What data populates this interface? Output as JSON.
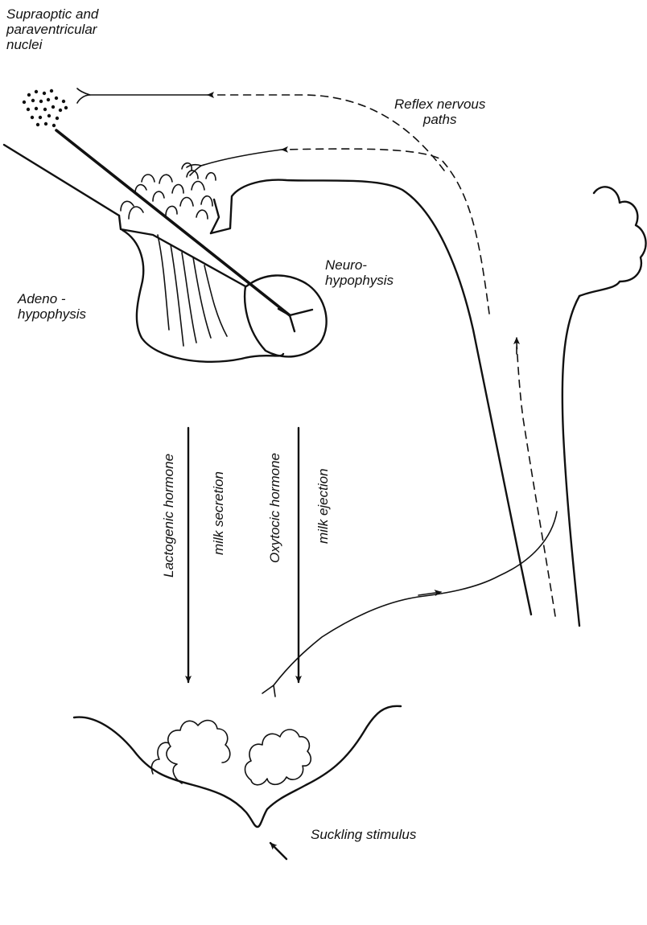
{
  "labels": {
    "nuclei": [
      "Supraoptic and",
      "paraventricular",
      "nuclei"
    ],
    "reflex": [
      "Reflex nervous",
      "paths"
    ],
    "neuro": [
      "Neuro-",
      "hypophysis"
    ],
    "adeno": [
      "Adeno -",
      "hypophysis"
    ],
    "lactogenic_hormone": "Lactogenic hormone",
    "milk_secretion": "milk secretion",
    "oxytocic_hormone": "Oxytocic hormone",
    "milk_ejection": "milk ejection",
    "suckling": "Suckling stimulus"
  },
  "colors": {
    "ink": "#111111",
    "background": "#ffffff"
  }
}
